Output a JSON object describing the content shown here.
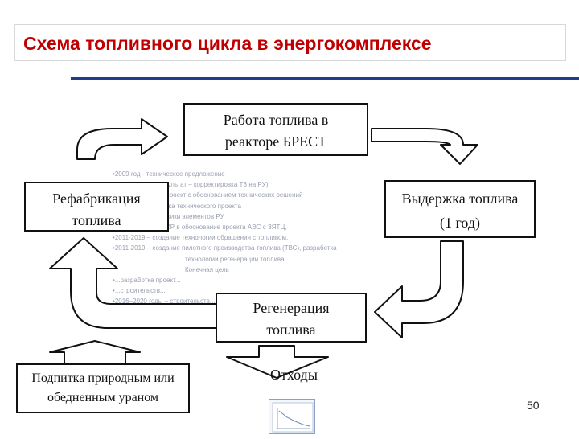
{
  "title": "Схема топливного цикла в энергокомплексе",
  "page_number": "50",
  "boxes": {
    "reactor": [
      "Работа топлива в",
      "реакторе БРЕСТ"
    ],
    "holding": [
      "Выдержка топлива",
      "(1 год)"
    ],
    "refab": [
      "Рефабрикация",
      "топлива"
    ],
    "regen": [
      "Регенерация",
      "топлива"
    ],
    "feed": [
      "Подпитка природным или",
      "обедненным ураном"
    ],
    "waste": "Отходы"
  },
  "background_bullets": [
    "2009 год - техническое предложение",
    "...ный проект (результат – корректировка ТЗ на РУ);",
    "... – технический проект с обоснованием технических решений",
    "...ртиза и доработка технического проекта",
    "...ные характеристики элементов РУ",
    "2011-2017 – НИОКР в обоснование проекта АЭС с ЗЯТЦ,",
    "2011-2019 – создание технологии обращения с топливом,",
    "2011-2019 – создание пилотного производства топлива (ТВС), разработка",
    "технологии регенерации топлива",
    "Конечная цель",
    "...разработка проект...",
    "...строительств...",
    "2016–2020 годы – строительств..."
  ],
  "colors": {
    "title": "#c00000",
    "rule": "#1f3e8a",
    "box_border": "#111111",
    "arrow_fill": "#ffffff",
    "arrow_stroke": "#111111"
  },
  "icons": [
    "curved-arrow-icon",
    "down-arrow-icon",
    "chart-thumbnail-icon"
  ]
}
